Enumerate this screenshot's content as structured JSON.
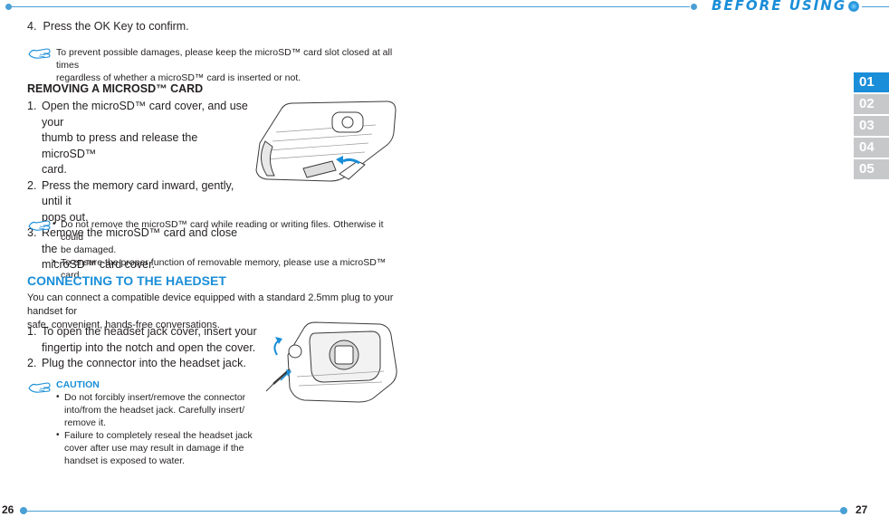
{
  "header": {
    "section_title": "BEFORE USING",
    "chapter_tabs": [
      "01",
      "02",
      "03",
      "04",
      "05"
    ],
    "active_tab": "01"
  },
  "footer": {
    "page_left": "26",
    "page_right": "27"
  },
  "step4": {
    "number": "4.",
    "text": "Press the OK Key to confirm."
  },
  "note1": {
    "icon": "note-hand-icon",
    "line1": "To prevent possible damages, please keep the microSD™ card slot closed at all times",
    "line2": "regardless of whether a microSD™ card is inserted or not."
  },
  "removing": {
    "heading": "REMOVING A MICROSD™ CARD",
    "steps": [
      {
        "n": "1.",
        "lines": [
          "Open the microSD™ card cover, and use your",
          "thumb to press and release the microSD™",
          "card."
        ]
      },
      {
        "n": "2.",
        "lines": [
          "Press the memory card inward, gently, until it",
          "pops out."
        ]
      },
      {
        "n": "3.",
        "lines": [
          "Remove the microSD™ card and close the",
          "microSD™ card cover."
        ]
      }
    ],
    "notes": [
      [
        "Do not remove the microSD™ card while reading or writing files. Otherwise it could",
        "be damaged."
      ],
      [
        "To ensure the proper function of removable memory, please use a microSD™ card."
      ]
    ]
  },
  "connecting": {
    "heading": "CONNECTING TO THE HAEDSET",
    "intro_line1": "You can connect a compatible device equipped with a standard 2.5mm plug to your handset for",
    "intro_line2": "safe, convenient, hands-free conversations.",
    "steps": [
      {
        "n": "1.",
        "lines": [
          "To open the headset jack cover, insert your",
          "fingertip into the notch and open the cover."
        ]
      },
      {
        "n": "2.",
        "lines": [
          "Plug the connector into the headset jack."
        ]
      }
    ],
    "caution_label": "CAUTION",
    "caution_items": [
      [
        "Do not forcibly insert/remove the connector",
        "into/from the headset jack. Carefully insert/",
        "remove it."
      ],
      [
        "Failure to completely reseal the headset jack",
        "cover after use may result in damage if the",
        "handset is exposed to water."
      ]
    ]
  },
  "colors": {
    "accent": "#1a8ed8",
    "tab_inactive": "#c7c8ca",
    "text": "#231f20"
  }
}
